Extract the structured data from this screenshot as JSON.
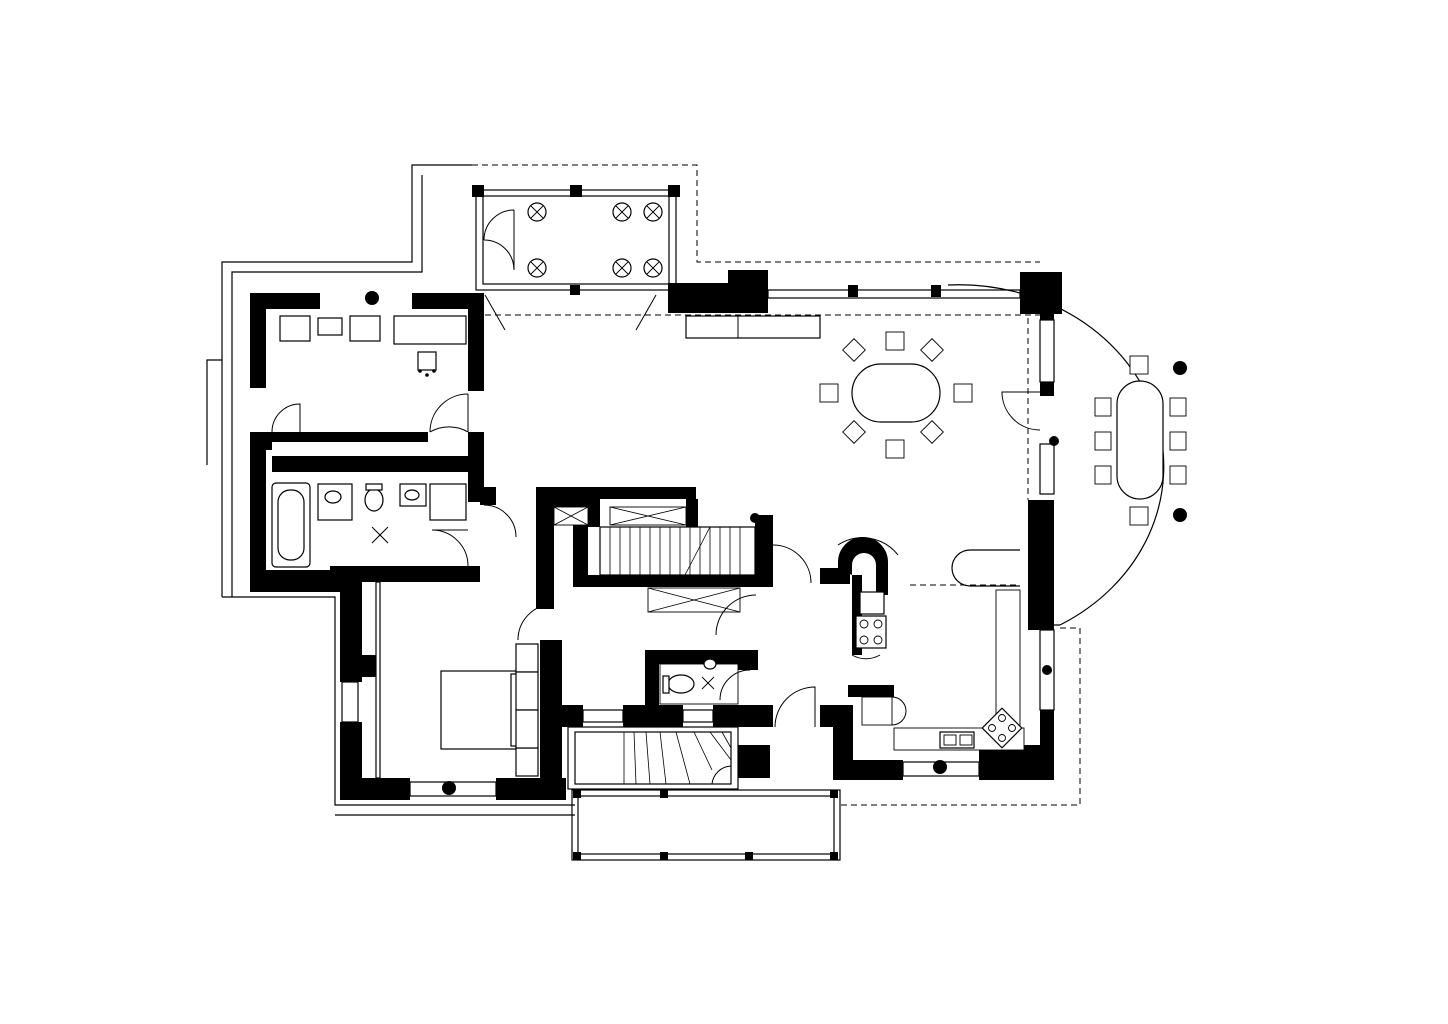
{
  "plan": {
    "kind": "floor-plan",
    "labels_shown": false,
    "colors": {
      "wall": "#000000",
      "background": "#ffffff"
    },
    "rooms": [
      {
        "id": "terrace",
        "furniture": [
          "plant-icon",
          "plant-icon",
          "plant-icon",
          "plant-icon",
          "plant-icon",
          "plant-icon"
        ]
      },
      {
        "id": "study",
        "furniture": [
          "desk",
          "office-chair-icon",
          "armchair-icon",
          "armchair-icon"
        ]
      },
      {
        "id": "bathroom",
        "furniture": [
          "bathtub",
          "sink-icon",
          "toilet-icon",
          "sink-icon",
          "shower-icon"
        ]
      },
      {
        "id": "bedroom",
        "furniture": [
          "double-bed",
          "nightstand",
          "nightstand"
        ]
      },
      {
        "id": "living-dining",
        "furniture": [
          "oval-table",
          "chair-icon"
        ]
      },
      {
        "id": "winter-garden",
        "furniture": [
          "oval-table",
          "chair-icon"
        ]
      },
      {
        "id": "kitchen",
        "furniture": [
          "stove-icon",
          "sink-icon",
          "counter"
        ]
      },
      {
        "id": "wc",
        "furniture": [
          "toilet-icon",
          "sink-icon"
        ]
      },
      {
        "id": "staircase",
        "furniture": [
          "stairs"
        ]
      },
      {
        "id": "entrance-porch",
        "furniture": []
      }
    ]
  }
}
